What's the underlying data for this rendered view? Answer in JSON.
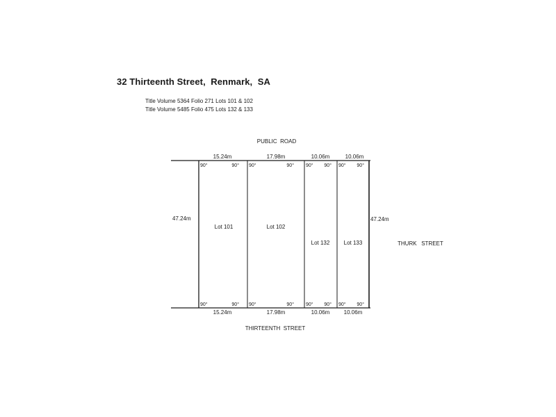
{
  "header": {
    "title": "32 Thirteenth Street,  Renmark,  SA",
    "title_lines": [
      "Title Volume 5364 Folio 271 Lots 101 & 102",
      "Title Volume 5485 Folio 475 Lots 132 & 133"
    ]
  },
  "plan": {
    "street_north": "PUBLIC  ROAD",
    "street_south": "THIRTEENTH  STREET",
    "street_east": "THURK   STREET",
    "depth_west": "47.24m",
    "depth_east": "47.24m",
    "angle": "90°",
    "lots": [
      {
        "name": "Lot 101",
        "frontage_top": "15.24m",
        "frontage_bottom": "15.24m"
      },
      {
        "name": "Lot 102",
        "frontage_top": "17.98m",
        "frontage_bottom": "17.98m"
      },
      {
        "name": "Lot 132",
        "frontage_top": "10.06m",
        "frontage_bottom": "10.06m"
      },
      {
        "name": "Lot 133",
        "frontage_top": "10.06m",
        "frontage_bottom": "10.06m"
      }
    ]
  }
}
